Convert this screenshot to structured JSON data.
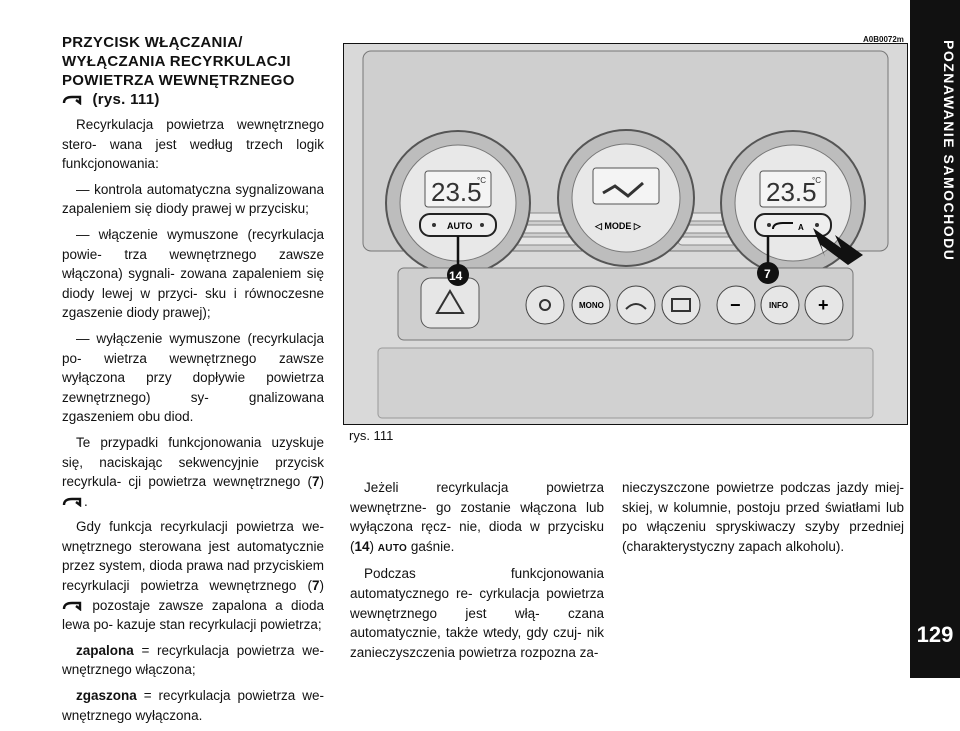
{
  "sidebar": {
    "title": "POZNAWANIE SAMOCHODU",
    "page_number": "129"
  },
  "section": {
    "heading_lines": [
      "PRZYCISK WŁĄCZANIA/",
      "WYŁĄCZANIA RECYRKULACJI",
      "POWIETRZA WEWNĘTRZNEGO"
    ],
    "heading_ref": "(rys. 111)"
  },
  "left": {
    "p1": "Recyrkulacja powietrza wewnętrznego stero- wana jest według trzech logik funkcjonowania:",
    "p2": "— kontrola automatyczna sygnalizowana zapaleniem się diody prawej w przycisku;",
    "p3": "— włączenie wymuszone (recyrkulacja powie- trza wewnętrznego zawsze włączona) sygnali- zowana zapaleniem się diody lewej w przyci- sku i równoczesne zgaszenie diody prawej);",
    "p4": "— wyłączenie wymuszone (recyrkulacja po- wietrza wewnętrznego zawsze wyłączona przy dopływie powietrza zewnętrznego) sy- gnalizowana zgaszeniem obu diod.",
    "p5a": "Te przypadki funkcjonowania uzyskuje się, naciskając sekwencyjnie przycisk recyrkula- cji powietrza wewnętrznego (",
    "p5ref": "7",
    "p5b": ".",
    "p6a": "Gdy funkcja recyrkulacji powietrza we- wnętrznego sterowana jest automatycznie przez system, dioda prawa nad przyciskiem recyrkulacji powietrza wewnętrznego (",
    "p6ref": "7",
    "p6b": " pozostaje zawsze zapalona a dioda lewa po- kazuje stan recyrkulacji powietrza;",
    "p7term": "zapalona",
    "p7": " = recyrkulacja powietrza we- wnętrznego włączona;",
    "p8term": "zgaszona",
    "p8": " = recyrkulacja powietrza we- wnętrznego wyłączona."
  },
  "mid": {
    "p1a": "Jeżeli recyrkulacja powietrza wewnętrzne- go zostanie włączona lub wyłączona ręcz- nie, dioda w przycisku (",
    "p1ref": "14",
    "p1auto": "AUTO",
    "p1b": " gaśnie.",
    "p2": "Podczas funkcjonowania automatycznego re- cyrkulacja powietrza wewnętrznego jest włą- czana automatycznie, także wtedy, gdy czuj- nik zanieczyszczenia powietrza rozpozna za-"
  },
  "right": {
    "p1": "nieczyszczone powietrze podczas jazdy miej- skiej, w kolumnie, postoju przed światłami lub po włączeniu spryskiwaczy szyby przedniej (charakterystyczny zapach alkoholu)."
  },
  "figure": {
    "code": "A0B0072m",
    "caption": "rys. 111",
    "left_temp": "23.5",
    "right_temp": "23.5",
    "unit": "°C",
    "auto_label": "AUTO",
    "mode_label": "◁ MODE ▷",
    "mono_label": "MONO",
    "info_label": "INFO",
    "minus_label": "−",
    "plus_label": "+",
    "callout_left": "14",
    "callout_right": "7",
    "a_label": "A"
  }
}
